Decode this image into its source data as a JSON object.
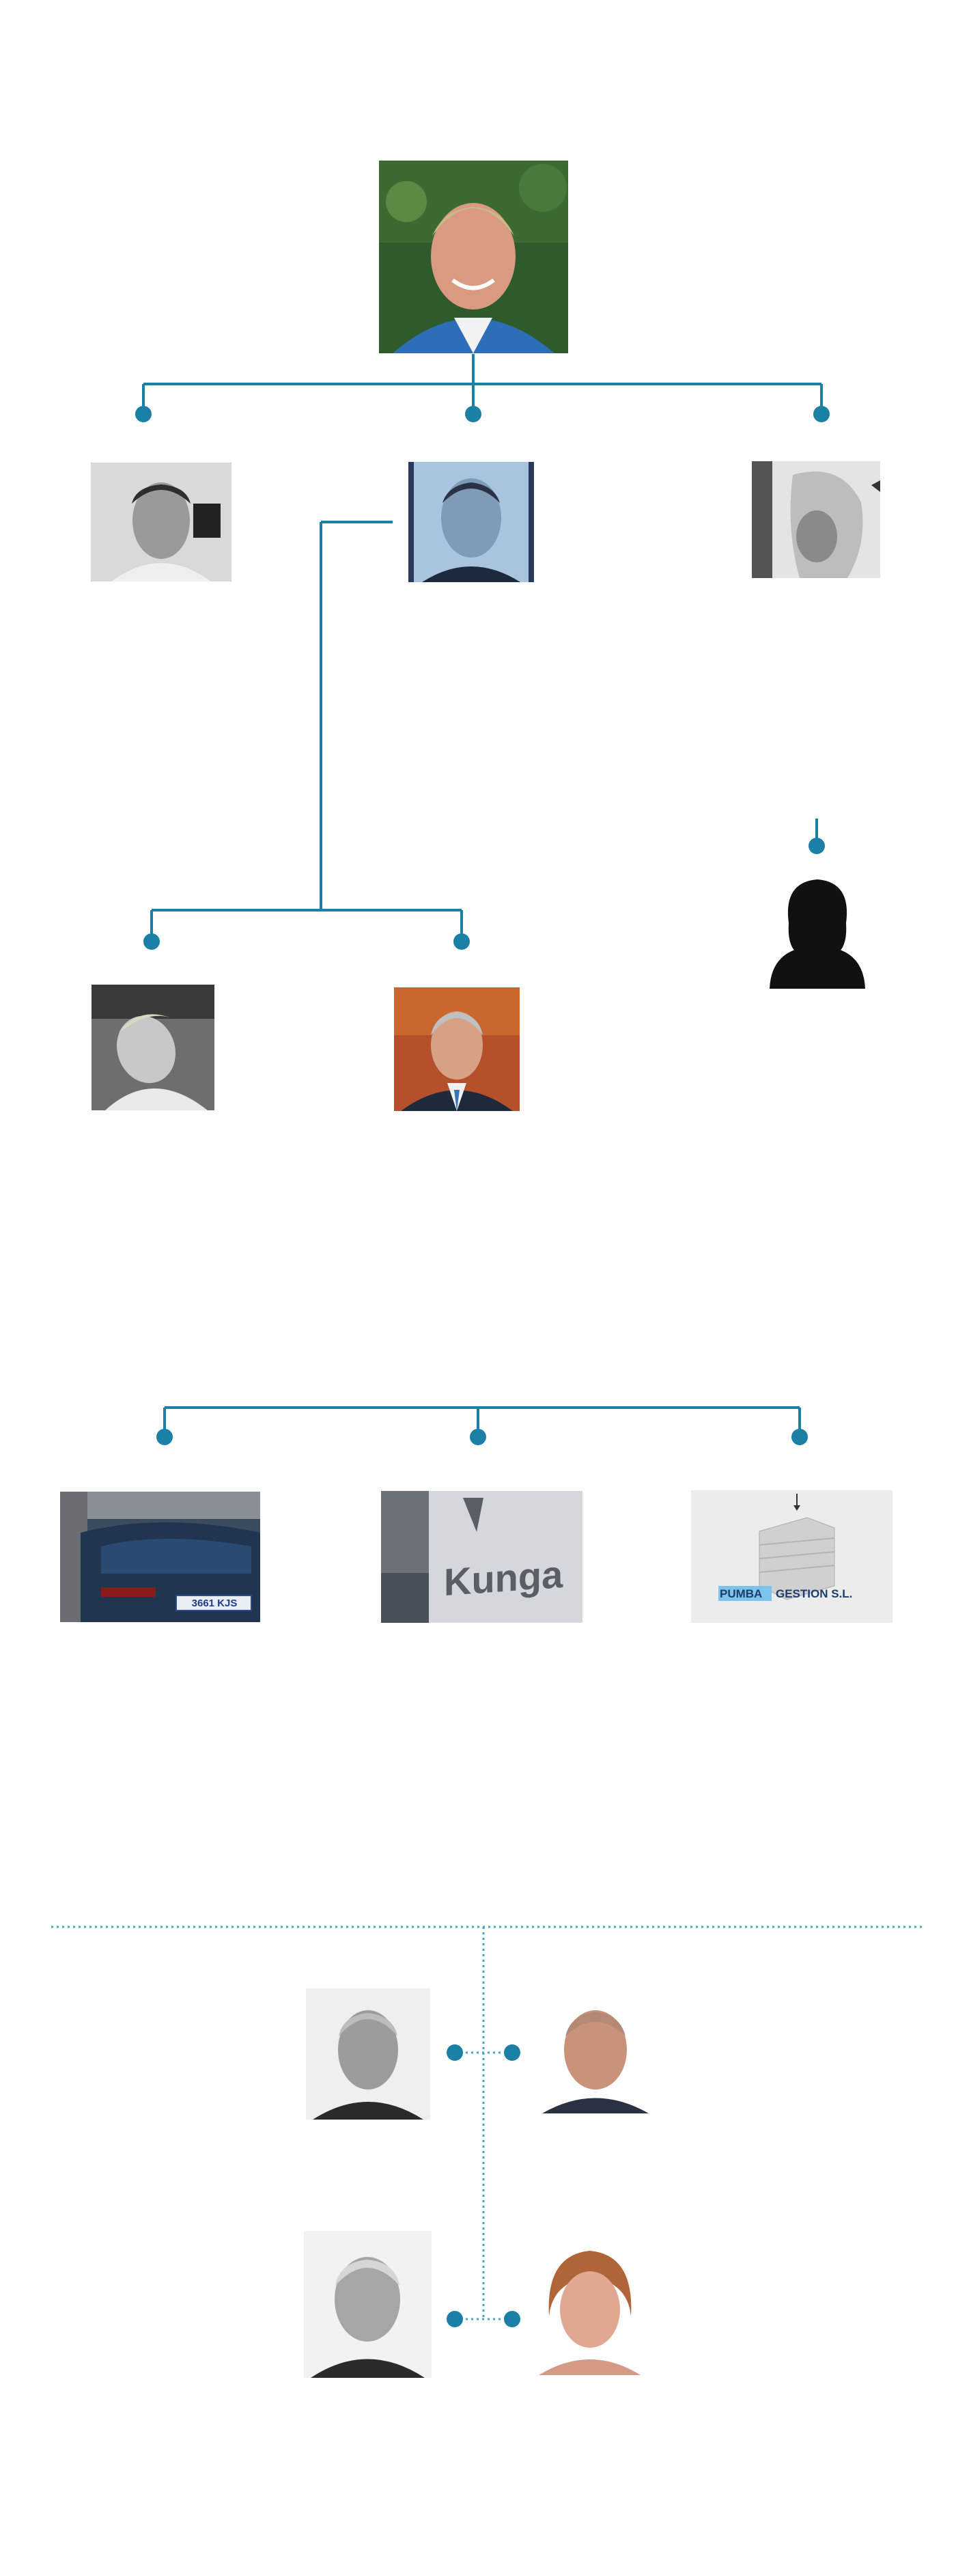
{
  "colors": {
    "line": "#1b7fa6",
    "dot": "#1b7fa6",
    "dotted": "#4aa3c8",
    "silhouette": "#111111"
  },
  "logos": {
    "kunga": "Kunga",
    "pumba_a": "PUMBA",
    "pumba_b": "GESTION S.L.",
    "plate": "3661 KJS"
  },
  "icons": {
    "person_silhouette": "woman-silhouette-icon"
  }
}
